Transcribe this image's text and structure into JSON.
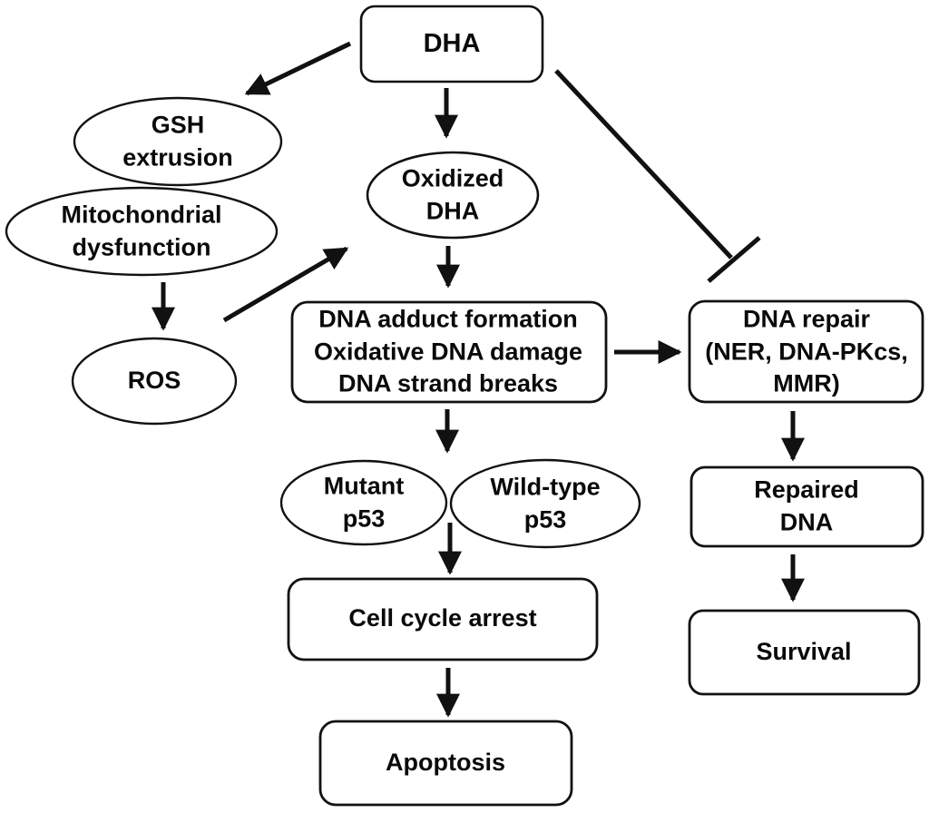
{
  "diagram": {
    "nodes": {
      "dha": {
        "label": "DHA",
        "shape": "rounded-rect"
      },
      "gsh": {
        "label": "GSH\nextrusion",
        "shape": "ellipse"
      },
      "mito": {
        "label": "Mitochondrial\ndysfunction",
        "shape": "ellipse"
      },
      "ros": {
        "label": "ROS",
        "shape": "ellipse"
      },
      "oxidized": {
        "label": "Oxidized\nDHA",
        "shape": "ellipse"
      },
      "dna_damage": {
        "label": "DNA adduct formation\nOxidative DNA damage\nDNA strand breaks",
        "shape": "rounded-rect"
      },
      "dna_repair": {
        "label": "DNA repair\n(NER, DNA-PKcs,\nMMR)",
        "shape": "rounded-rect"
      },
      "mutant_p53": {
        "label": "Mutant\np53",
        "shape": "ellipse"
      },
      "wildtype_p53": {
        "label": "Wild-type\np53",
        "shape": "ellipse"
      },
      "cell_cycle": {
        "label": "Cell cycle arrest",
        "shape": "rounded-rect"
      },
      "apoptosis": {
        "label": "Apoptosis",
        "shape": "rounded-rect"
      },
      "repaired": {
        "label": "Repaired DNA",
        "shape": "rounded-rect"
      },
      "survival": {
        "label": "Survival",
        "shape": "rounded-rect"
      }
    },
    "edges": [
      {
        "from": "DHA",
        "to": "GSH extrusion",
        "type": "arrow"
      },
      {
        "from": "DHA",
        "to": "Oxidized DHA",
        "type": "arrow"
      },
      {
        "from": "DHA",
        "to": "DNA repair (NER, DNA-PKcs, MMR)",
        "type": "inhibition"
      },
      {
        "from": "Mitochondrial dysfunction",
        "to": "ROS",
        "type": "arrow"
      },
      {
        "from": "ROS",
        "to": "Oxidized DHA",
        "type": "arrow"
      },
      {
        "from": "Oxidized DHA",
        "to": "DNA adduct formation / Oxidative DNA damage / DNA strand breaks",
        "type": "arrow"
      },
      {
        "from": "DNA adduct formation / Oxidative DNA damage / DNA strand breaks",
        "to": "DNA repair (NER, DNA-PKcs, MMR)",
        "type": "arrow"
      },
      {
        "from": "DNA adduct formation / Oxidative DNA damage / DNA strand breaks",
        "to": "Mutant p53 / Wild-type p53",
        "type": "arrow"
      },
      {
        "from": "Mutant p53 / Wild-type p53",
        "to": "Cell cycle arrest",
        "type": "arrow"
      },
      {
        "from": "Cell cycle arrest",
        "to": "Apoptosis",
        "type": "arrow"
      },
      {
        "from": "DNA repair (NER, DNA-PKcs, MMR)",
        "to": "Repaired DNA",
        "type": "arrow"
      },
      {
        "from": "Repaired DNA",
        "to": "Survival",
        "type": "arrow"
      }
    ],
    "colors": {
      "stroke": "#111111",
      "text": "#0a0a0a",
      "background": "#ffffff"
    }
  }
}
